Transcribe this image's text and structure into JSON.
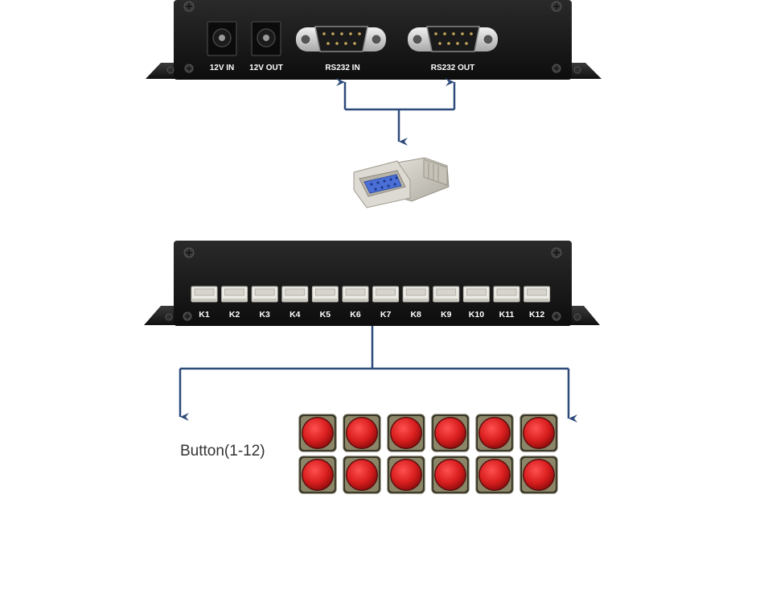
{
  "top_device": {
    "ports": [
      {
        "id": "power-in",
        "label": "12V IN"
      },
      {
        "id": "power-out",
        "label": "12V OUT"
      },
      {
        "id": "rs232-in",
        "label": "RS232 IN"
      },
      {
        "id": "rs232-out",
        "label": "RS232 OUT"
      }
    ]
  },
  "bottom_device": {
    "key_terminals": [
      "K1",
      "K2",
      "K3",
      "K4",
      "K5",
      "K6",
      "K7",
      "K8",
      "K9",
      "K10",
      "K11",
      "K12"
    ]
  },
  "buttons": {
    "label": "Button(1-12)",
    "count": 12,
    "rows": 2,
    "color": "#d91e1e"
  },
  "colors": {
    "device_body": "#161616",
    "arrow": "#2d4a7a",
    "connector_shell": "#cfcdc6",
    "connector_face": "#4a6fd6"
  }
}
